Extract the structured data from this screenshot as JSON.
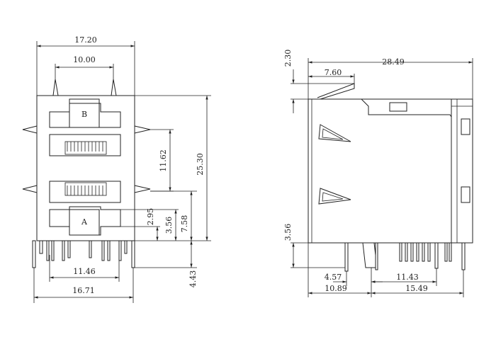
{
  "front_view": {
    "width_top": "17.20",
    "inner_width": "10.00",
    "height_upper": "11.62",
    "height_total": "25.30",
    "dim_295": "2.95",
    "dim_356": "3.56",
    "dim_758": "7.58",
    "dim_443": "4.43",
    "pin_span": "11.46",
    "width_bottom": "16.71",
    "port_b": "B",
    "port_a": "A"
  },
  "side_view": {
    "top_offset": "2.30",
    "overall_length": "28.49",
    "tab_length": "7.60",
    "pin_height": "3.56",
    "dim_457": "4.57",
    "dim_1143": "11.43",
    "dim_1089": "10.89",
    "dim_1549": "15.49"
  }
}
